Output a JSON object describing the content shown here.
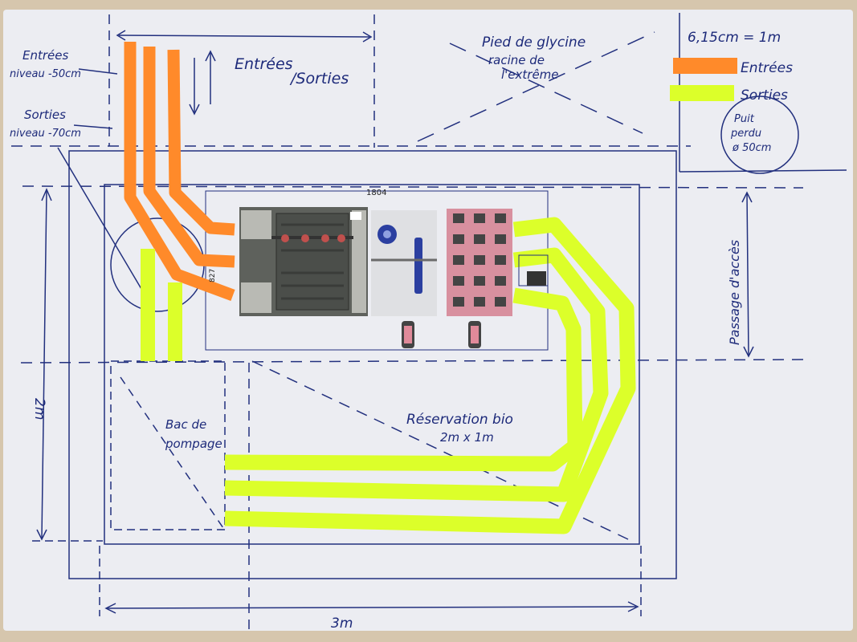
{
  "colors": {
    "table": "#d6c6ad",
    "paper": "#ecedf2",
    "ink": "#22307e",
    "entrees": "#ff8a2a",
    "sorties": "#dcff2a",
    "septic_dark": "#5e615c",
    "septic_light": "#b9bab4",
    "pink_block": "#d8909f",
    "filter_bg": "#dfe0e3",
    "pump": "#2b3fa0"
  },
  "labels": {
    "entrees_level_1": "Entrées",
    "entrees_level_2": "niveau -50cm",
    "sorties_level_1": "Sorties",
    "sorties_level_2": "niveau -70cm",
    "entrees_sorties_1": "Entrées",
    "entrees_sorties_2": "/Sorties",
    "glycine_1": "Pied de glycine",
    "glycine_2": "racine de",
    "glycine_3": "l'extrême",
    "dimension_top": "1804",
    "dimension_side": "827",
    "passage": "Passage d'accès",
    "height_2m": "2m",
    "width_3m": "3m",
    "bac_1": "Bac de",
    "bac_2": "pompage",
    "reservation_1": "Réservation bio",
    "reservation_2": "2m x 1m"
  },
  "legend": {
    "scale": "6,15cm = 1m",
    "entrees": "Entrées",
    "sorties": "Sorties",
    "puits_1": "Puit",
    "puits_2": "perdu",
    "puits_3": "ø 50cm"
  }
}
